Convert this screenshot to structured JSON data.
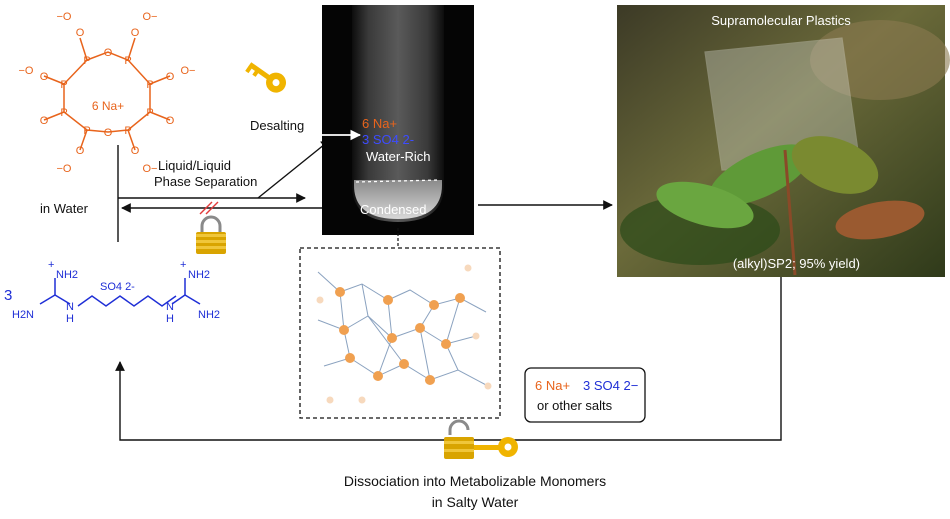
{
  "colors": {
    "orange": "#e8641c",
    "blue": "#1f2fd6",
    "gold": "#f0b400",
    "black": "#111111",
    "red": "#e23b3b"
  },
  "icons": [
    "key-icon",
    "padlock-closed-icon",
    "padlock-open-key-icon",
    "arrow-icon"
  ],
  "phosphate": {
    "charges": [
      "−O",
      "O−",
      "O−",
      "−O",
      "O−",
      "−O"
    ],
    "p_label": "P",
    "o_label": "O",
    "counter_ion": "6 Na+"
  },
  "guanidinium": {
    "coefficient": "3",
    "counter_ion": "SO4 2-",
    "nh2": "NH2",
    "h2n": "H2N",
    "n": "N",
    "h": "H",
    "plus": "+"
  },
  "labels": {
    "desalting": "Desalting",
    "llps_line1": "Liquid/Liquid",
    "llps_line2": "Phase Separation",
    "in_water": "in Water",
    "tube_na": "6 Na+",
    "tube_so4": "3 SO4 2-",
    "water_rich": "Water-Rich",
    "condensed": "Condensed",
    "photo_title": "Supramolecular Plastics",
    "photo_caption": "(alkyl)SP2; 95% yield)",
    "salts_na": "6 Na+",
    "salts_so4": "3 SO4 2−",
    "salts_other": "or other salts",
    "dissoc_line1": "Dissociation into Metabolizable Monomers",
    "dissoc_line2": "in Salty Water"
  }
}
